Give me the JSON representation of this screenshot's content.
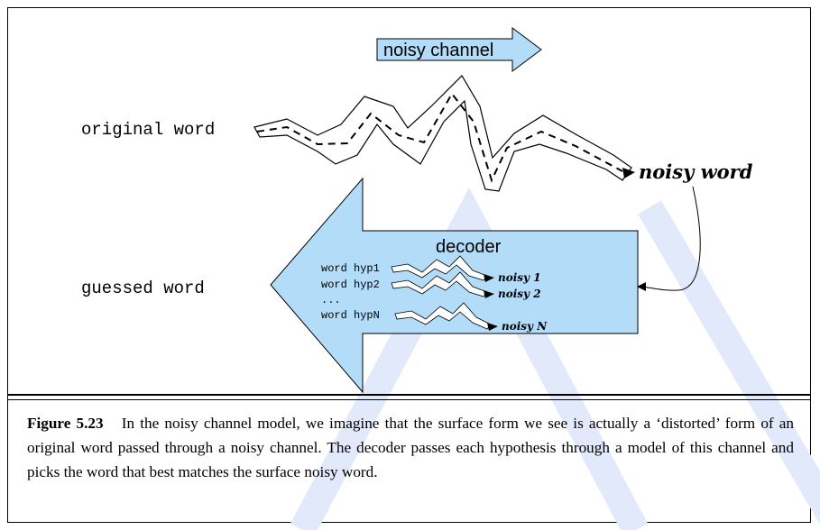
{
  "diagram": {
    "channel_label": "noisy channel",
    "original_word": "original word",
    "noisy_word": "noisy word",
    "guessed_word": "guessed word",
    "decoder_label": "decoder",
    "hypotheses": [
      {
        "word": "word hyp1",
        "noisy": "noisy 1"
      },
      {
        "word": "word hyp2",
        "noisy": "noisy 2"
      },
      {
        "word": "...",
        "noisy": ""
      },
      {
        "word": "word hypN",
        "noisy": "noisy N"
      }
    ]
  },
  "caption": {
    "label": "Figure 5.23",
    "text": "In the noisy channel model, we imagine that the surface form we see is actually a ‘distorted’ form of an original word passed through a noisy channel. The decoder passes each hypothesis through a model of this channel and picks the word that best matches the surface noisy word."
  },
  "colors": {
    "arrow_fill": "#b3dcf8",
    "watermark": "#e1e8fa"
  }
}
